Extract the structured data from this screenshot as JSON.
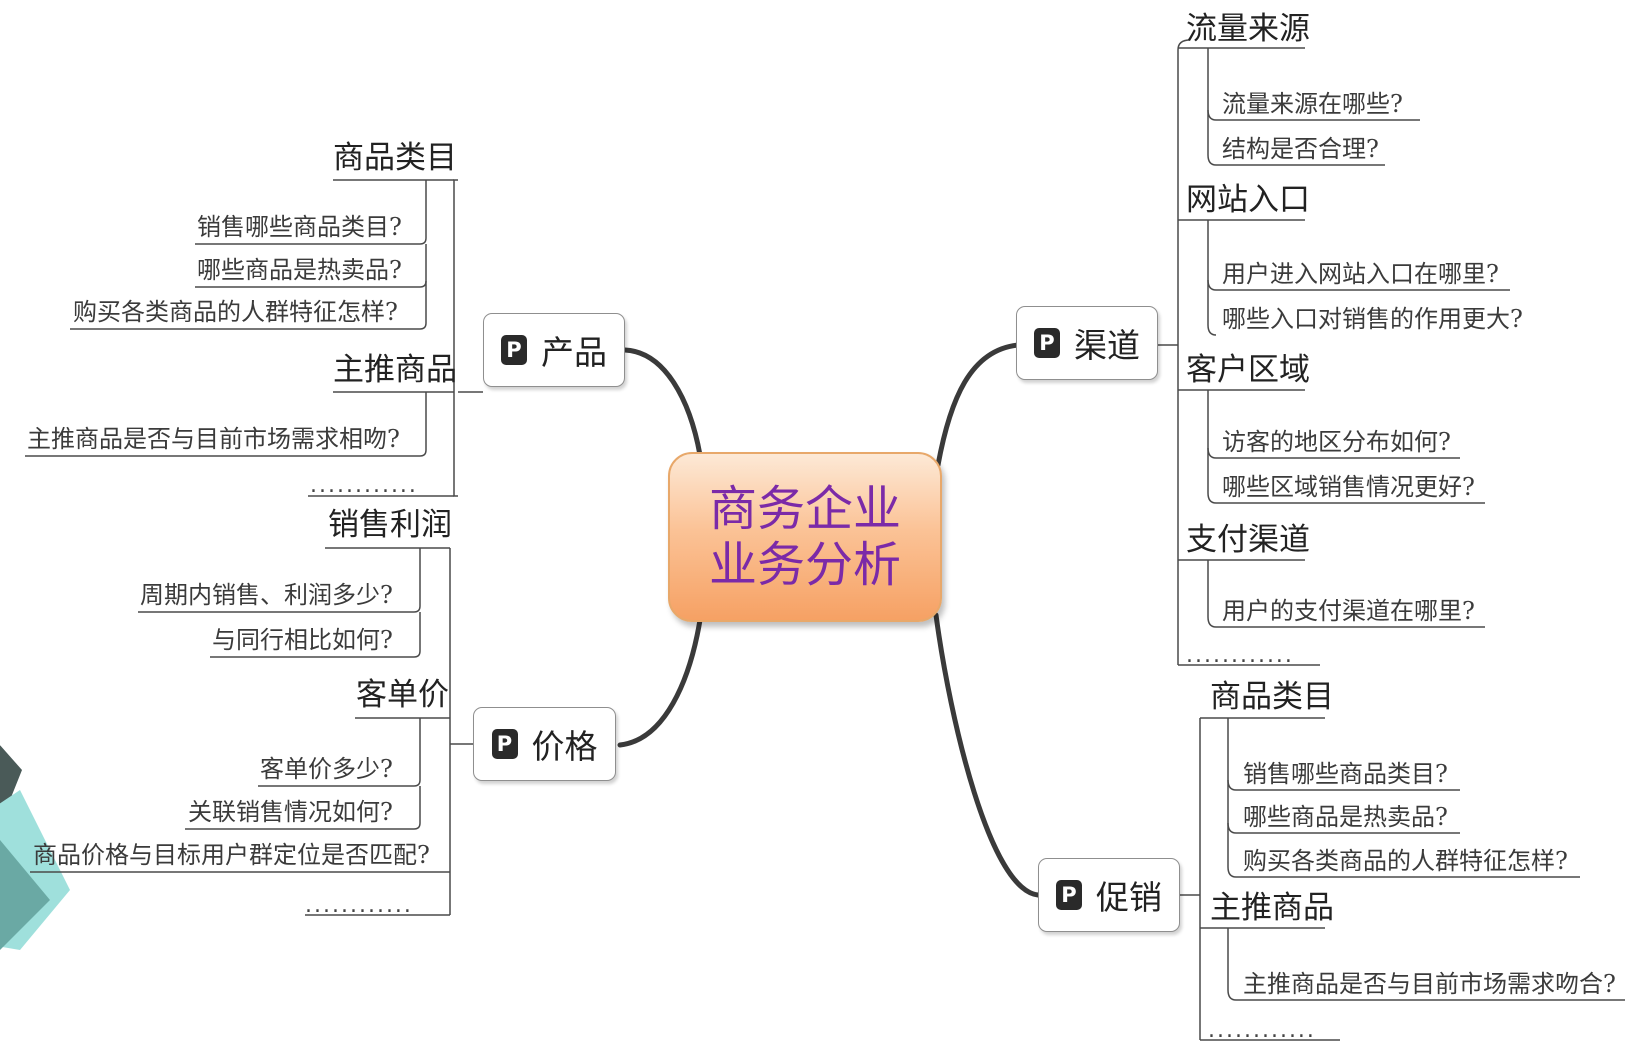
{
  "center": {
    "line1": "商务企业",
    "line2": "业务分析"
  },
  "icon_letter": "P",
  "branches": {
    "product": {
      "label": "产品",
      "groups": [
        {
          "title": "商品类目",
          "items": [
            "销售哪些商品类目?",
            "哪些商品是热卖品?",
            "购买各类商品的人群特征怎样?"
          ]
        },
        {
          "title": "主推商品",
          "items": [
            "主推商品是否与目前市场需求相吻?"
          ]
        }
      ],
      "ellipsis": "............"
    },
    "price": {
      "label": "价格",
      "groups": [
        {
          "title": "销售利润",
          "items": [
            "周期内销售、利润多少?",
            "与同行相比如何?"
          ]
        },
        {
          "title": "客单价",
          "items": [
            "客单价多少?",
            "关联销售情况如何?",
            "商品价格与目标用户群定位是否匹配?"
          ]
        }
      ],
      "ellipsis": "............"
    },
    "channel": {
      "label": "渠道",
      "groups": [
        {
          "title": "流量来源",
          "items": [
            "流量来源在哪些?",
            "结构是否合理?"
          ]
        },
        {
          "title": "网站入口",
          "items": [
            "用户进入网站入口在哪里?",
            "哪些入口对销售的作用更大?"
          ]
        },
        {
          "title": "客户区域",
          "items": [
            "访客的地区分布如何?",
            "哪些区域销售情况更好?"
          ]
        },
        {
          "title": "支付渠道",
          "items": [
            "用户的支付渠道在哪里?"
          ]
        }
      ],
      "ellipsis": "............"
    },
    "promotion": {
      "label": "促销",
      "groups": [
        {
          "title": "商品类目",
          "items": [
            "销售哪些商品类目?",
            "哪些商品是热卖品?",
            "购买各类商品的人群特征怎样?"
          ]
        },
        {
          "title": "主推商品",
          "items": [
            "主推商品是否与目前市场需求吻合?"
          ]
        }
      ],
      "ellipsis": "............"
    }
  },
  "colors": {
    "center_text": "#7b2aa8",
    "center_fill": "#f6a164",
    "line": "#3a3a3a",
    "node_border": "#8f8f8f"
  }
}
